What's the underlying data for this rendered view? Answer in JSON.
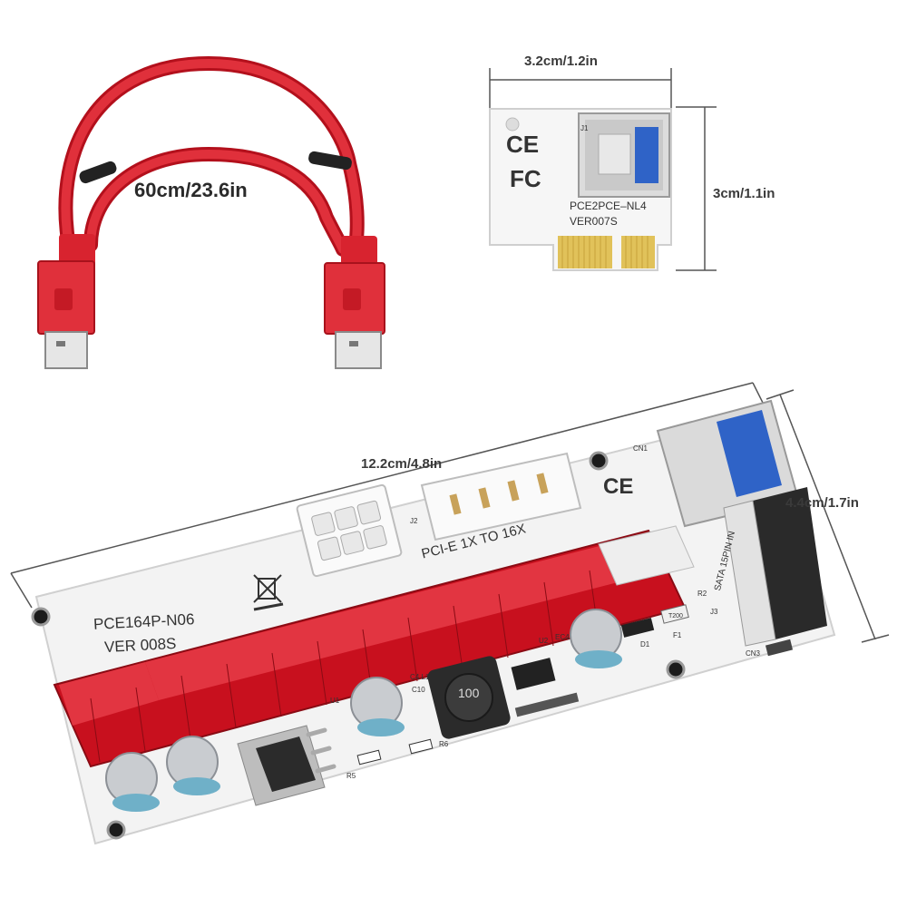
{
  "cable": {
    "length_label": "60cm/23.6in"
  },
  "adapter_board": {
    "width_label": "3.2cm/1.2in",
    "height_label": "3cm/1.1in",
    "model": "PCE2PCE–NL4",
    "version": "VER007S",
    "ce_mark": "CE",
    "fcc_mark": "FC",
    "ref_j1": "J1"
  },
  "riser_board": {
    "width_label": "12.2cm/4.8in",
    "height_label": "4.4cm/1.7in",
    "model": "PCE164P-N06",
    "version": "VER 008S",
    "slot_label": "PCI-E 1X TO 16X",
    "sata_label": "SATA 15PIN IN",
    "ce_mark": "CE",
    "inductor_value": "100",
    "refs": {
      "cn1": "CN1",
      "cn3": "CN3",
      "j2": "J2",
      "j3": "J3",
      "r2": "R2",
      "r5": "R5",
      "r6": "R6",
      "u1": "U1",
      "u2": "U2",
      "d1": "D1",
      "f1": "F1",
      "ec4": "EC4",
      "c4l1": "C4 L1",
      "c10": "C10",
      "fuse": "T200"
    }
  }
}
